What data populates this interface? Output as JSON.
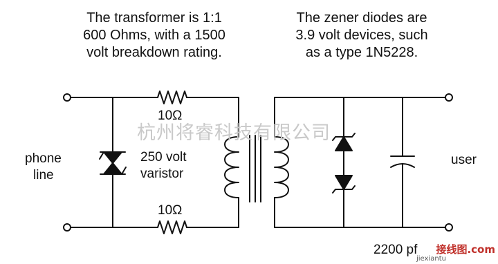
{
  "notes": {
    "transformer": [
      "The transformer is 1:1",
      "600 Ohms, with a 1500",
      "volt breakdown rating."
    ],
    "zener": [
      "The zener diodes are",
      "3.9 volt devices, such",
      "as a type 1N5228."
    ]
  },
  "labels": {
    "resistor_top": "10Ω",
    "resistor_bottom": "10Ω",
    "varistor_line1": "250 volt",
    "varistor_line2": "varistor",
    "phone_line1": "phone",
    "phone_line2": "line",
    "user": "user",
    "capacitor": "2200 pf"
  },
  "watermark": {
    "text": "杭州将睿科技有限公司",
    "logo_text": "接线图.com",
    "logo_sub": "jiexiantu"
  },
  "colors": {
    "ink": "#111111",
    "watermark": "#c9c9c9",
    "logo_red": "#c0302a"
  }
}
